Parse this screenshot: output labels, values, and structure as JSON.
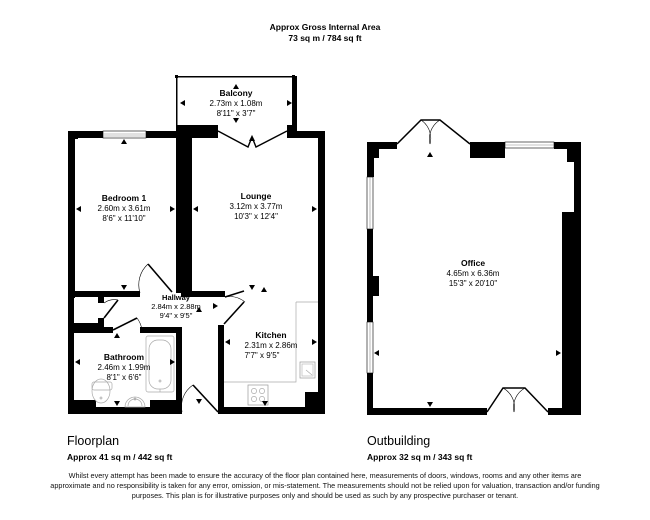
{
  "header": {
    "title": "Approx Gross Internal Area",
    "area": "73 sq m / 784 sq ft"
  },
  "floorplan": {
    "title": "Floorplan",
    "area": "Approx 41 sq m / 442 sq ft",
    "rooms": [
      {
        "name": "Balcony",
        "metric": "2.73m x 1.08m",
        "imperial": "8'11\" x 3'7\""
      },
      {
        "name": "Bedroom 1",
        "metric": "2.60m x 3.61m",
        "imperial": "8'6\" x 11'10\""
      },
      {
        "name": "Lounge",
        "metric": "3.12m x 3.77m",
        "imperial": "10'3\" x 12'4\""
      },
      {
        "name": "Hallway",
        "metric": "2.84m x 2.88m",
        "imperial": "9'4\" x 9'5\""
      },
      {
        "name": "Kitchen",
        "metric": "2.31m x 2.86m",
        "imperial": "7'7\" x 9'5\""
      },
      {
        "name": "Bathroom",
        "metric": "2.46m x 1.99m",
        "imperial": "8'1\" x 6'6\""
      }
    ]
  },
  "outbuilding": {
    "title": "Outbuilding",
    "area": "Approx 32 sq m / 343 sq ft",
    "rooms": [
      {
        "name": "Office",
        "metric": "4.65m x 6.36m",
        "imperial": "15'3\" x 20'10\""
      }
    ]
  },
  "disclaimer": "Whilst every attempt has been made to ensure the accuracy of the floor plan contained here, measurements of doors, windows, rooms and any other items are approximate and no responsibility is taken for any error, omission, or mis-statement. The measurements should not be relied upon for valuation, transaction and/or funding purposes. This plan is for illustrative purposes only and should be used as such by any prospective purchaser or tenant."
}
